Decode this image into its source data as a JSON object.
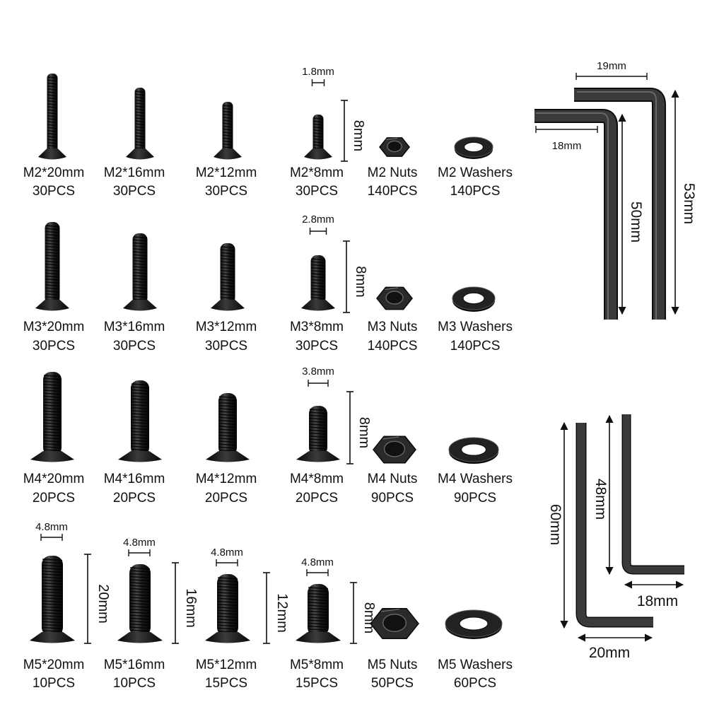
{
  "colors": {
    "hardware": "#1d1d1d",
    "highlight": "#555555",
    "text": "#111111",
    "background": "#ffffff"
  },
  "rows": [
    {
      "screws": [
        {
          "label": "M2*20mm",
          "qty": "30PCS"
        },
        {
          "label": "M2*16mm",
          "qty": "30PCS"
        },
        {
          "label": "M2*12mm",
          "qty": "30PCS"
        },
        {
          "label": "M2*8mm",
          "qty": "30PCS"
        }
      ],
      "nut": {
        "label": "M2 Nuts",
        "qty": "140PCS"
      },
      "washer": {
        "label": "M2 Washers",
        "qty": "140PCS"
      },
      "thread_dia": "1.8mm",
      "length_dims": [
        "8mm"
      ]
    },
    {
      "screws": [
        {
          "label": "M3*20mm",
          "qty": "30PCS"
        },
        {
          "label": "M3*16mm",
          "qty": "30PCS"
        },
        {
          "label": "M3*12mm",
          "qty": "30PCS"
        },
        {
          "label": "M3*8mm",
          "qty": "30PCS"
        }
      ],
      "nut": {
        "label": "M3 Nuts",
        "qty": "140PCS"
      },
      "washer": {
        "label": "M3 Washers",
        "qty": "140PCS"
      },
      "thread_dia": "2.8mm",
      "length_dims": [
        "8mm"
      ]
    },
    {
      "screws": [
        {
          "label": "M4*20mm",
          "qty": "20PCS"
        },
        {
          "label": "M4*16mm",
          "qty": "20PCS"
        },
        {
          "label": "M4*12mm",
          "qty": "20PCS"
        },
        {
          "label": "M4*8mm",
          "qty": "20PCS"
        }
      ],
      "nut": {
        "label": "M4 Nuts",
        "qty": "90PCS"
      },
      "washer": {
        "label": "M4 Washers",
        "qty": "90PCS"
      },
      "thread_dia": "3.8mm",
      "length_dims": [
        "8mm"
      ]
    },
    {
      "screws": [
        {
          "label": "M5*20mm",
          "qty": "10PCS"
        },
        {
          "label": "M5*16mm",
          "qty": "10PCS"
        },
        {
          "label": "M5*12mm",
          "qty": "15PCS"
        },
        {
          "label": "M5*8mm",
          "qty": "15PCS"
        }
      ],
      "nut": {
        "label": "M5 Nuts",
        "qty": "50PCS"
      },
      "washer": {
        "label": "M5 Washers",
        "qty": "60PCS"
      },
      "thread_dia": "4.8mm",
      "length_dims": [
        "20mm",
        "16mm",
        "12mm",
        "8mm"
      ]
    }
  ],
  "hex_keys": {
    "large_a": {
      "width": "19mm",
      "length": "53mm"
    },
    "large_b": {
      "width": "18mm",
      "length": "50mm"
    },
    "small_a": {
      "length": "48mm",
      "width": "18mm"
    },
    "small_b": {
      "length": "60mm",
      "width": "20mm"
    }
  }
}
